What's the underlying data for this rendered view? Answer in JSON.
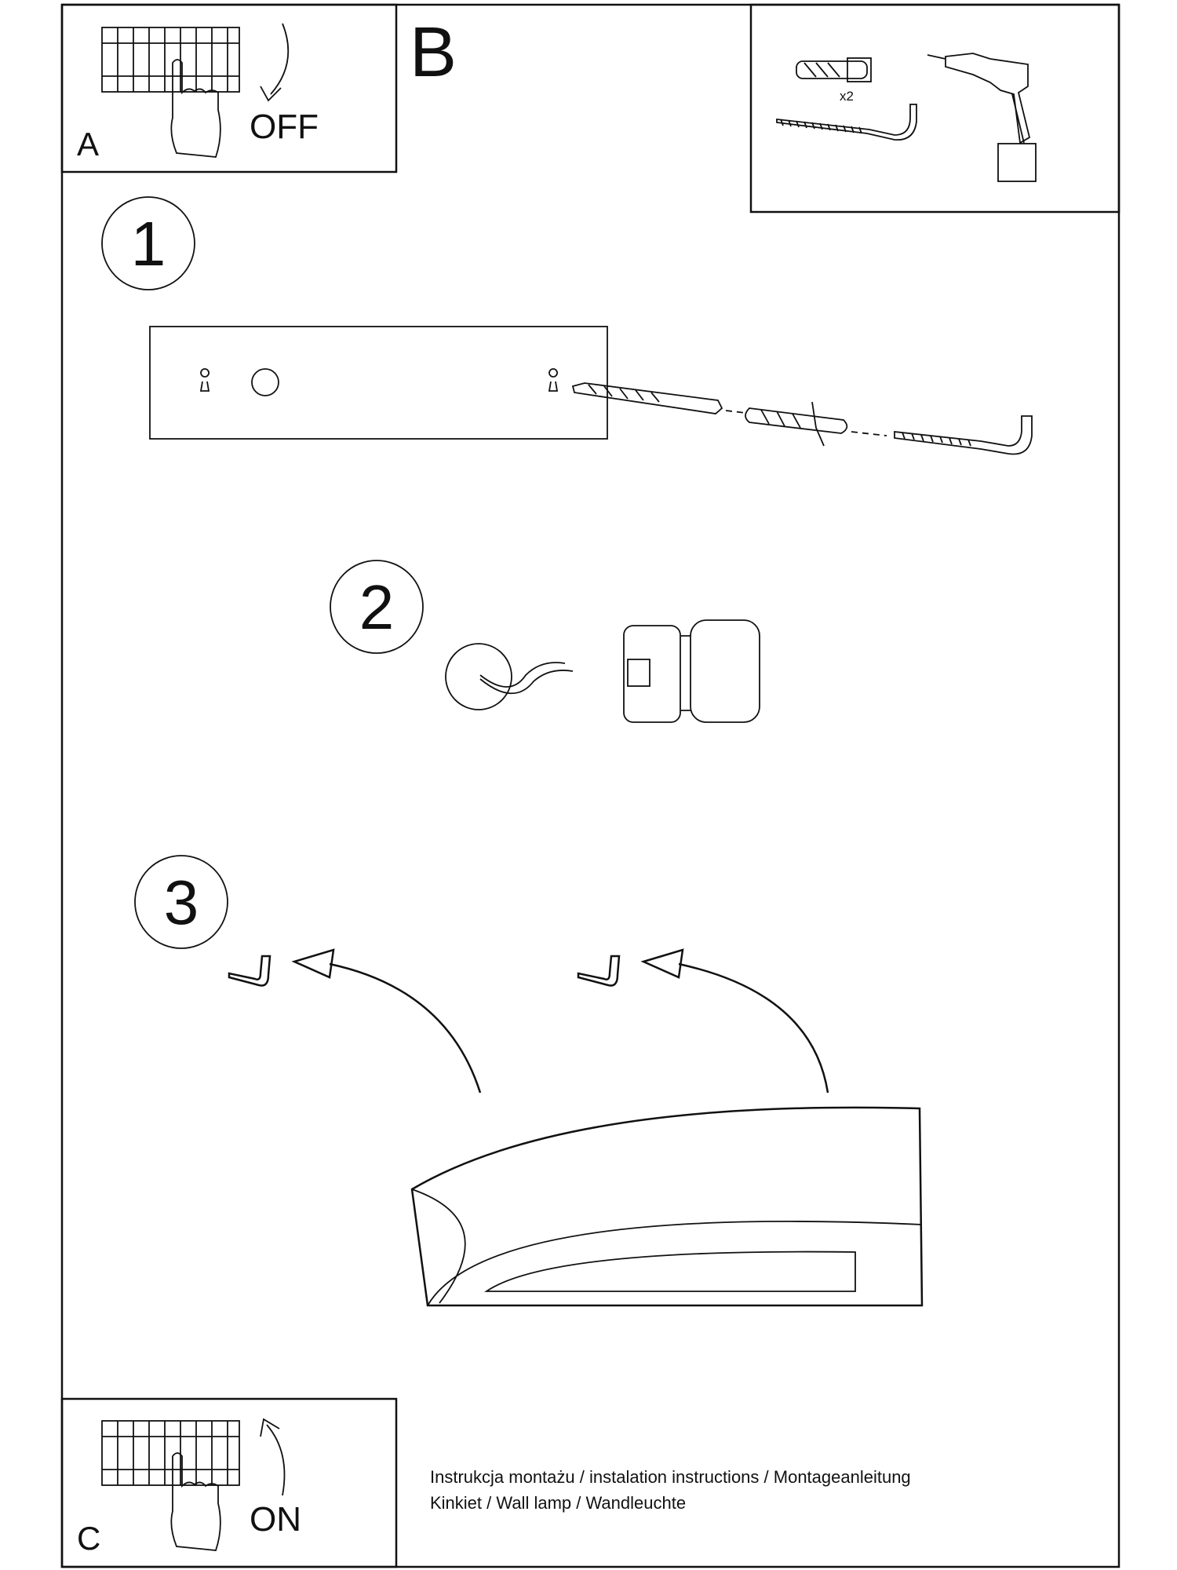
{
  "panels": {
    "a": {
      "label": "A",
      "action": "OFF"
    },
    "b": {
      "label": "B",
      "quantity": "x2"
    },
    "c": {
      "label": "C",
      "action": "ON"
    }
  },
  "steps": [
    "1",
    "2",
    "3"
  ],
  "footer": {
    "line1": "Instrukcja montażu / instalation instructions / Montageanleitung",
    "line2": "Kinkiet / Wall lamp / Wandleuchte"
  }
}
